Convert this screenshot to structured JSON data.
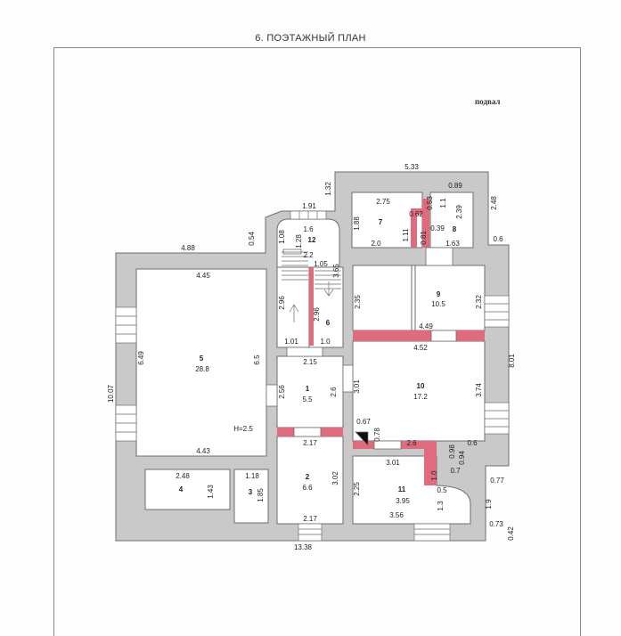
{
  "sheet": {
    "title": "6. ПОЭТАЖНЫЙ ПЛАН",
    "level": "подвал"
  },
  "rooms": [
    {
      "id": "1",
      "area": "5.5"
    },
    {
      "id": "2",
      "area": "6.6"
    },
    {
      "id": "3",
      "area": ""
    },
    {
      "id": "4",
      "area": ""
    },
    {
      "id": "5",
      "area": "28.8"
    },
    {
      "id": "6",
      "area": ""
    },
    {
      "id": "7",
      "area": ""
    },
    {
      "id": "8",
      "area": ""
    },
    {
      "id": "9",
      "area": "10.5"
    },
    {
      "id": "10",
      "area": "17.2"
    },
    {
      "id": "11",
      "area": "3.95"
    },
    {
      "id": "12",
      "area": ""
    }
  ],
  "height_note": "H=2.5",
  "dimensions": {
    "top_5_33": "5.33",
    "d_1_32": "1.32",
    "d_1_91": "1.91",
    "d_1_6": "1.6",
    "d_4_88": "4.88",
    "d_0_54": "0.54",
    "d_1_08": "1.08",
    "d_1_28": "1.28",
    "d_2_75": "2.75",
    "d_0_89": "0.89",
    "d_1_1": "1.1",
    "d_0_53": "0.53",
    "d_0_62": "0.62",
    "d_2_39": "2.39",
    "d_1_88": "1.88",
    "d_1_11": "1.11",
    "d_0_81": "0.81",
    "d_0_39": "0.39",
    "d_2_0": "2.0",
    "d_1_63": "1.63",
    "d_2_48_r": "2.48",
    "d_0_6_a": "0.6",
    "d_4_45": "4.45",
    "d_2_2": "2.2",
    "d_1_05": "1.05",
    "d_3_65": "3.65",
    "d_2_96_a": "2.96",
    "d_2_96_b": "2.96",
    "d_2_35": "2.35",
    "d_2_32": "2.32",
    "d_6_49": "6.49",
    "d_6_5": "6.5",
    "d_1_01": "1.01",
    "d_1_0_a": "1.0",
    "d_4_49": "4.49",
    "d_4_52": "4.52",
    "d_8_01": "8.01",
    "d_10_07": "10.07",
    "d_2_15": "2.15",
    "d_2_56": "2.56",
    "d_2_6_a": "2.6",
    "d_3_01_a": "3.01",
    "d_3_74": "3.74",
    "d_0_67": "0.67",
    "d_0_78": "0.78",
    "d_2_6_b": "2.6",
    "d_0_98": "0.98",
    "d_0_94": "0.94",
    "d_0_6_b": "0.6",
    "d_4_43": "4.43",
    "d_2_17_a": "2.17",
    "d_3_01_b": "3.01",
    "d_1_0_b": "1.0",
    "d_0_7": "0.7",
    "d_2_48_b": "2.48",
    "d_1_18": "1.18",
    "d_1_43": "1.43",
    "d_1_85": "1.85",
    "d_3_02": "3.02",
    "d_2_25": "2.25",
    "d_0_5": "0.5",
    "d_0_77": "0.77",
    "d_1_3": "1.3",
    "d_1_9": "1.9",
    "d_2_17_b": "2.17",
    "d_3_56": "3.56",
    "d_0_73": "0.73",
    "d_0_42": "0.42",
    "total_13_38": "13.38"
  },
  "colors": {
    "wall": "#c9c9c9",
    "wall_edge": "#6e6e6e",
    "partition_red": "#e06b7d",
    "floor": "#ffffff",
    "paper": "#fdfdfd"
  }
}
